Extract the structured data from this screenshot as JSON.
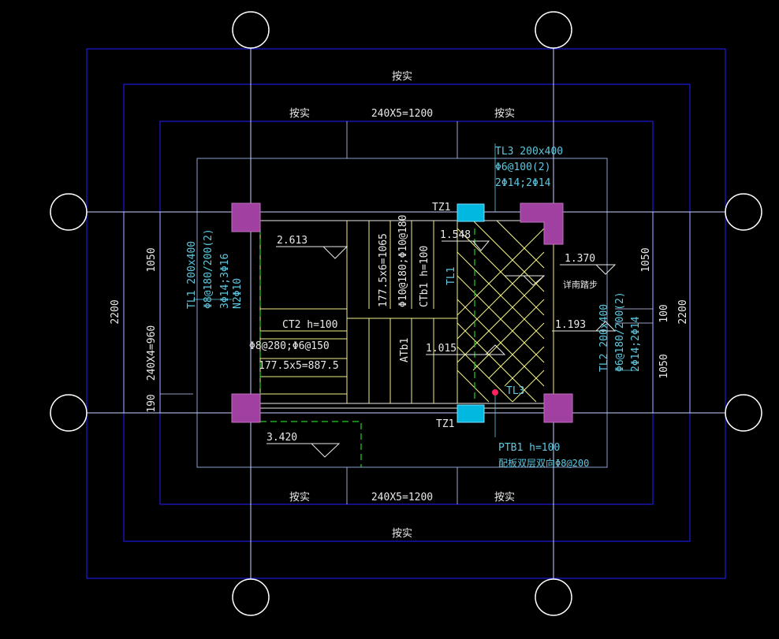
{
  "colors": {
    "background": "#000000",
    "dimension_frame": "#1a1adc",
    "axis_line": "#c8d0ff",
    "white_text": "#e8e8e8",
    "cyan_text": "#5ec8e0",
    "yellow_line": "#f2f08a",
    "column": "#a040a0",
    "tz_column": "#00b8e0",
    "green_dash": "#20d020",
    "red_dot": "#ff2060"
  },
  "dimensions": {
    "top_outer": "按实",
    "top_left": "按实",
    "top_mid": "240X5=1200",
    "top_right": "按实",
    "bottom_left": "按实",
    "bottom_mid": "240X5=1200",
    "bottom_right": "按实",
    "bottom_outer": "按实",
    "left_total": "2200",
    "left_upper": "1050",
    "left_mid": "240X4=960",
    "left_lower": "190",
    "right_total": "2200",
    "right_upper": "1050",
    "right_mid": "100",
    "right_lower": "1050"
  },
  "labels": {
    "tz1_top": "TZ1",
    "tz1_bottom": "TZ1",
    "tl3_title": "TL3 200x400",
    "tl3_line2": "Φ6@100(2)",
    "tl3_line3": "2Φ14;2Φ14",
    "tl1_title": "TL1 200x400",
    "tl1_line2": "Φ8@180/200(2)",
    "tl1_line3": "3Φ14;3Φ16",
    "tl1_line4": "N2Φ10",
    "tl2_title": "TL2 200x400",
    "tl2_line2": "Φ6@180/200(2)",
    "tl2_line3": "2Φ14;2Φ14",
    "tl1_mark": "TL1",
    "tl3_mark": "TL3",
    "ptb1_title": "PTB1 h=100",
    "ptb1_line2": "配板双层双向Φ8@200",
    "ct2": "CT2 h=100",
    "ct2_rebar": "Φ8@280;Φ6@150",
    "ct2_steps": "177.5x5=887.5",
    "ctb1_steps": "177.5x6=1065",
    "ctb1_rebar": "Φ10@180;Φ10@180",
    "ctb1": "CTb1 h=100",
    "atb1": "ATb1",
    "level_2613": "2.613",
    "level_1548": "1.548",
    "level_1370": "1.370",
    "level_1193": "1.193",
    "level_1015": "1.015",
    "level_3420": "3.420",
    "stair_note": "详南踏步"
  }
}
